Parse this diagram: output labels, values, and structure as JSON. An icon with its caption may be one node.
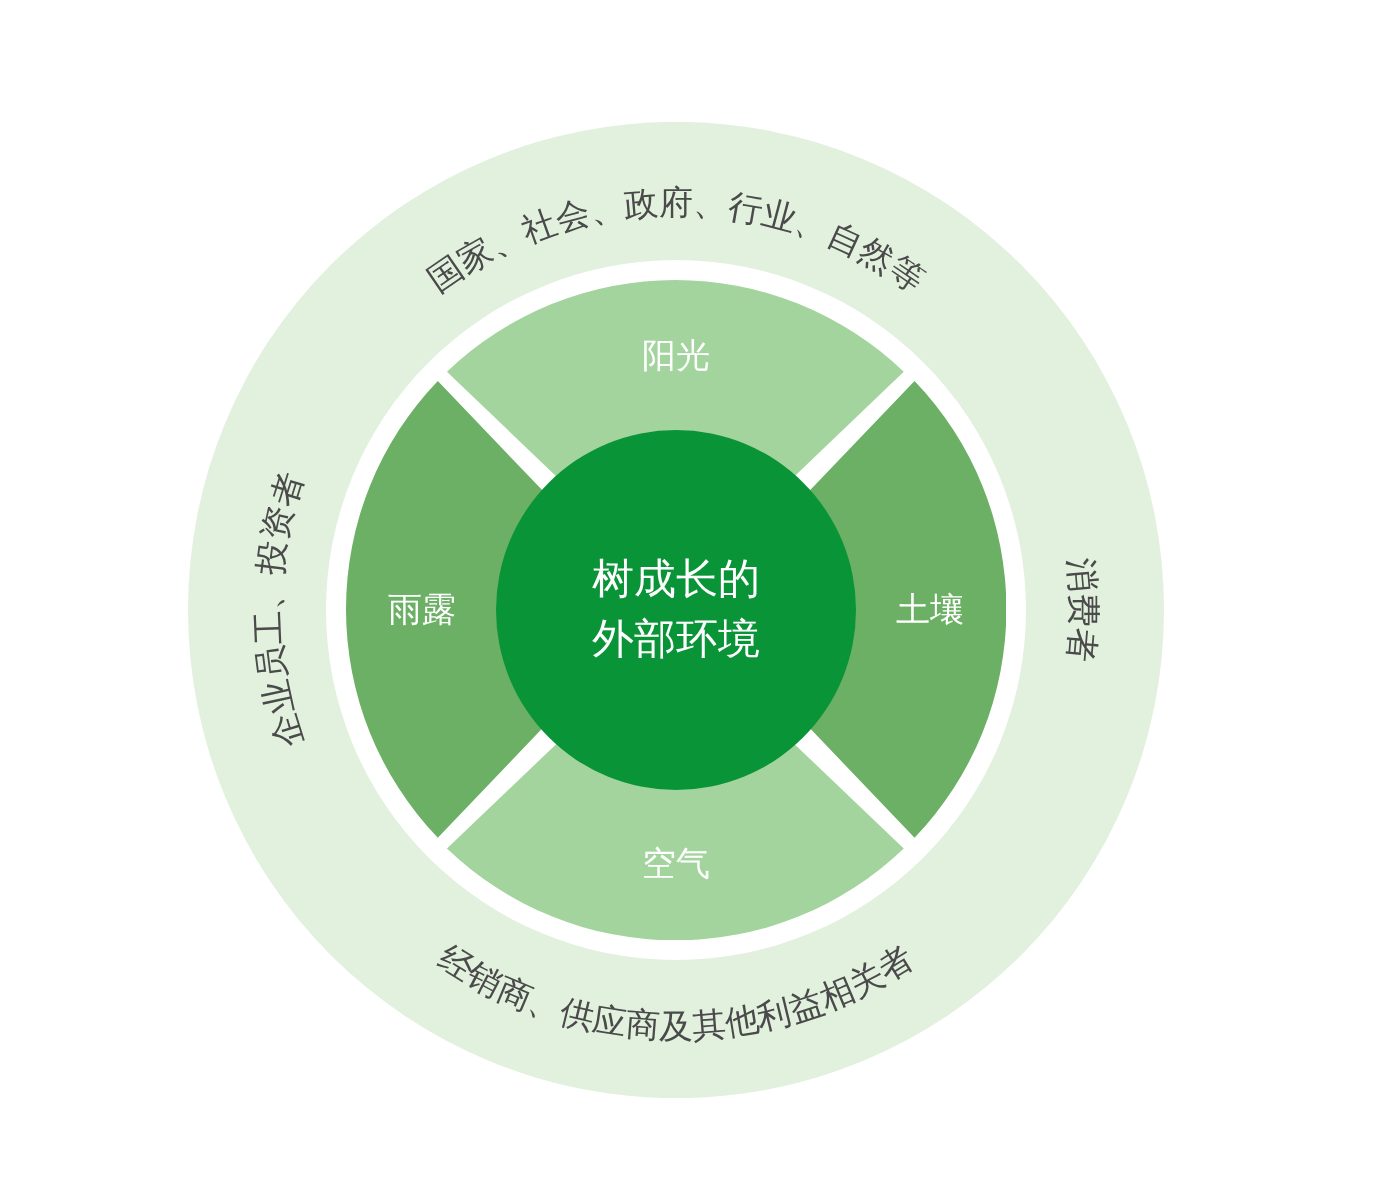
{
  "diagram": {
    "nodes": [
      {
        "text": [
          "国家、社会、政府、行业、自然等",
          "企业员工、投资者",
          "消费者",
          "经销商、供应商及其他利益相关者"
        ]
      },
      {
        "text": [
          "阳光"
        ],
        "in": 0
      },
      {
        "text": [
          "雨露"
        ],
        "in": 0
      },
      {
        "text": [
          "土壤"
        ],
        "in": 0
      },
      {
        "text": [
          "空气"
        ],
        "in": 0
      },
      {
        "text": [
          "树成长的外部环境"
        ],
        "in": 0
      }
    ]
  }
}
